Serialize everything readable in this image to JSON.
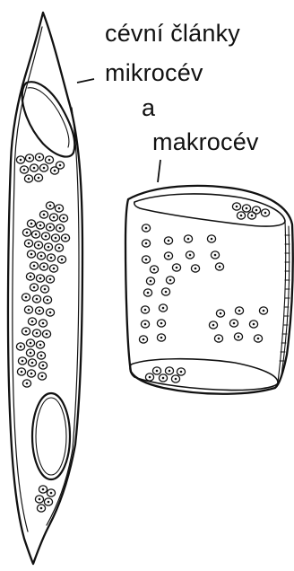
{
  "labels": {
    "title": "cévní články",
    "micro": "mikrocév",
    "conjunction": "a",
    "macro": "makrocév"
  },
  "colors": {
    "ink": "#111111",
    "background": "#ffffff"
  }
}
